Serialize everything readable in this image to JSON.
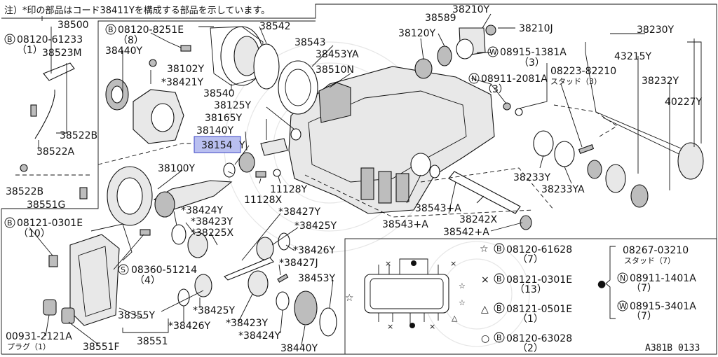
{
  "note": "注）*印の部品はコード38411Yを構成する部品を示しています。",
  "figure_code": "A381B 0133",
  "highlight_label": "38154Y",
  "labels": {
    "l38500": "38500",
    "l08120_61233": "08120-61233",
    "l08120_61233_qty": "（1）",
    "l38523M": "38523M",
    "l38522B_a": "38522B",
    "l38522A": "38522A",
    "l38522B_b": "38522B",
    "l38551G": "38551G",
    "l08120_8251E": "08120-8251E",
    "l08120_8251E_qty": "（8）",
    "l38440Y_a": "38440Y",
    "l38102Y": "38102Y",
    "l38421Y": "*38421Y",
    "l38540": "38540",
    "l38542": "38542",
    "l38543": "38543",
    "l38453YA": "38453YA",
    "l38510N": "38510N",
    "l38125Y": "38125Y",
    "l38165Y": "38165Y",
    "l38140Y": "38140Y",
    "l38120Y": "38120Y",
    "l38589": "38589",
    "l38210Y": "38210Y",
    "l38210J": "38210J",
    "l08915_1381A": "08915-1381A",
    "l08915_1381A_qty": "（3）",
    "l08911_2081A": "08911-2081A",
    "l08911_2081A_qty": "（3）",
    "l08223_82210": "08223-82210",
    "l08223_sub": "スタッド（3）",
    "l38230Y": "38230Y",
    "l43215Y": "43215Y",
    "l38232Y": "38232Y",
    "l40227Y": "40227Y",
    "l38233Y": "38233Y",
    "l38233YA": "38233YA",
    "l38100Y": "38100Y",
    "l11128X": "11128X",
    "l11128Y": "11128Y",
    "l38543pA_a": "38543+A",
    "l38242X": "38242X",
    "l38543pA_b": "38543+A",
    "l38542pA": "38542+A",
    "l08121_0301E": "08121-0301E",
    "l08121_0301E_qty": "（10）",
    "l38424Y_a": "*38424Y",
    "l38423Y_a": "*38423Y",
    "l38225X": "*38225X",
    "l38427Y": "*38427Y",
    "l38425Y_a": "*38425Y",
    "l38426Y_a": "*38426Y",
    "l38427J": "*38427J",
    "l08360_51214": "08360-51214",
    "l08360_qty": "（4）",
    "l38453Y": "38453Y",
    "l38425Y_b": "*38425Y",
    "l38355Y": "38355Y",
    "l38426Y_b": "*38426Y",
    "l38423Y_b": "*38423Y",
    "l38424Y_b": "*38424Y",
    "l38440Y_b": "38440Y",
    "l38551": "38551",
    "l00931_2121A": "00931-2121A",
    "l00931_sub": "プラグ（1）",
    "l38551F": "38551F"
  },
  "legend": {
    "star_part": "08120-61628",
    "star_qty": "（7）",
    "cross_part": "08121-0301E",
    "cross_qty": "（13）",
    "tri_part": "08121-0501E",
    "tri_qty": "（1）",
    "circ_part": "08120-63028",
    "circ_qty": "（2）",
    "dot_part1": "08267-03210",
    "dot_part1_sub": "スタッド（7）",
    "dot_part2": "08911-1401A",
    "dot_part2_qty": "（7）",
    "dot_part3": "08915-3401A",
    "dot_part3_qty": "（7）"
  },
  "symbols": {
    "bolt_b": "B",
    "nut_n": "N",
    "washer_w": "W",
    "screw_s": "S",
    "star": "☆",
    "cross": "×",
    "triangle": "△",
    "circle": "○",
    "dot": "●"
  },
  "colors": {
    "highlight": "#b9bff0",
    "highlight_border": "#3b46c4",
    "ink": "#111111"
  }
}
